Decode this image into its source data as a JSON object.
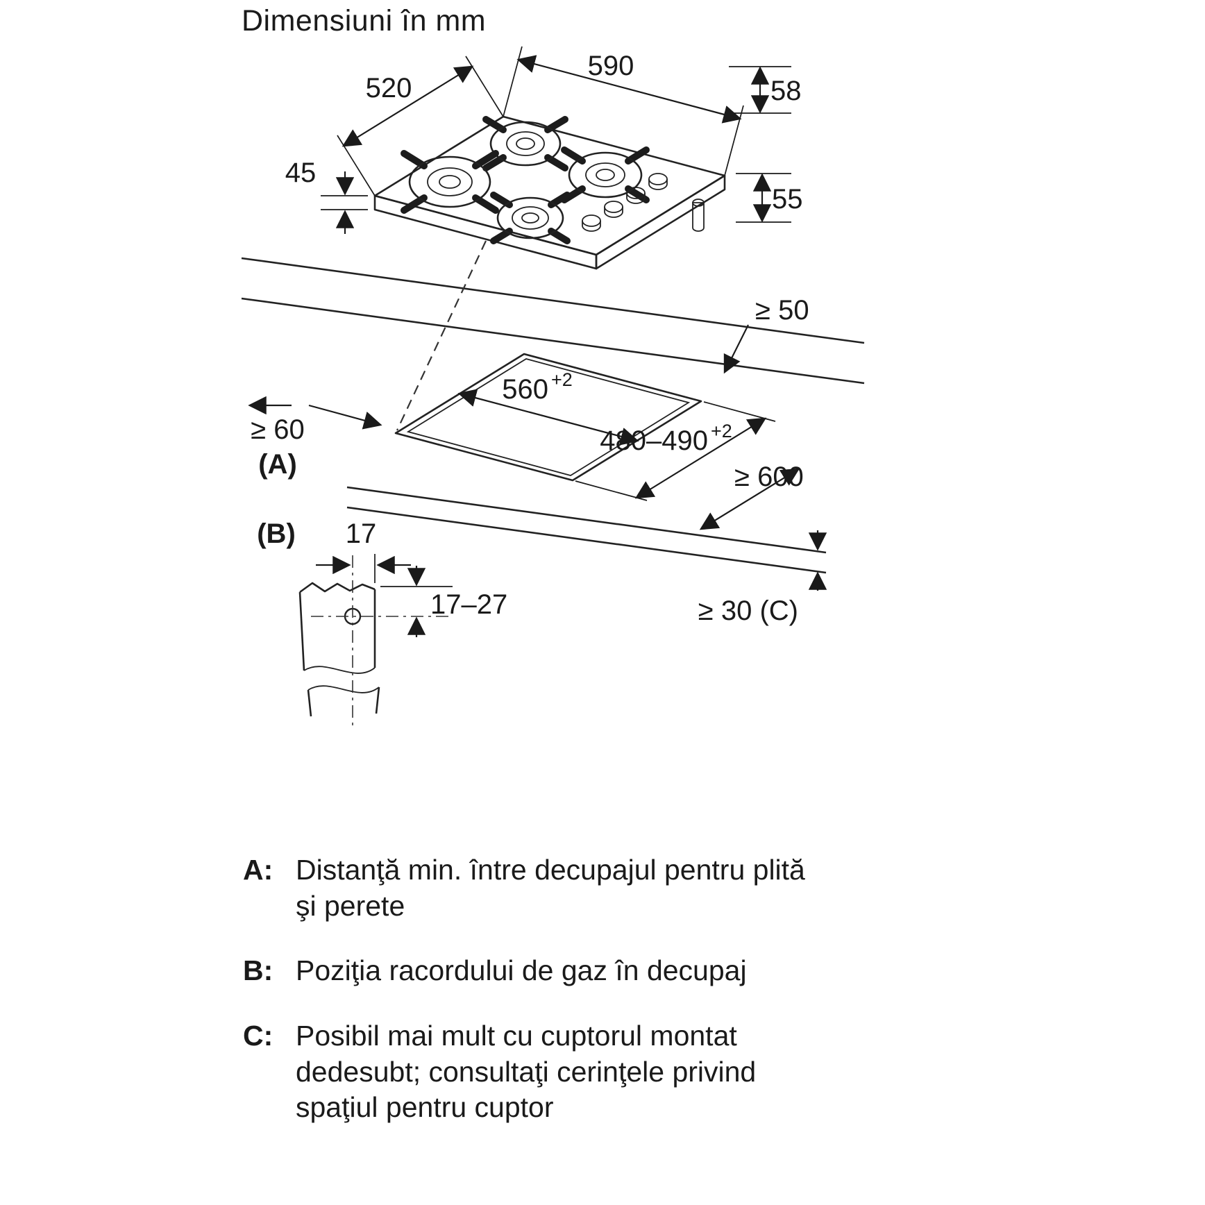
{
  "title": "Dimensiuni în mm",
  "diagram": {
    "hob": {
      "dim_depth": "520",
      "dim_width": "590",
      "dim_height_total": "58",
      "dim_height_front": "45",
      "dim_height_below": "55"
    },
    "worktop": {
      "dim_rear_clearance": "≥ 50",
      "dim_cutout_width": "560",
      "dim_cutout_width_tol": "+2",
      "dim_side_clearance": "≥ 60",
      "label_a": "(A)",
      "dim_cutout_depth": "480–490",
      "dim_cutout_depth_tol": "+2",
      "dim_worktop_depth": "≥ 600",
      "dim_worktop_thickness": "≥ 30 (C)"
    },
    "detail_b": {
      "label_b": "(B)",
      "dim_hole_offset": "17",
      "dim_hole_range": "17–27"
    }
  },
  "legend": [
    {
      "key": "A:",
      "text": "Distanţă min. între decupajul pentru plită\nşi perete"
    },
    {
      "key": "B:",
      "text": "Poziţia racordului de gaz în decupaj"
    },
    {
      "key": "C:",
      "text": "Posibil mai mult cu cuptorul montat\ndedesubt; consultaţi cerinţele privind\nspaţiul pentru cuptor"
    }
  ]
}
